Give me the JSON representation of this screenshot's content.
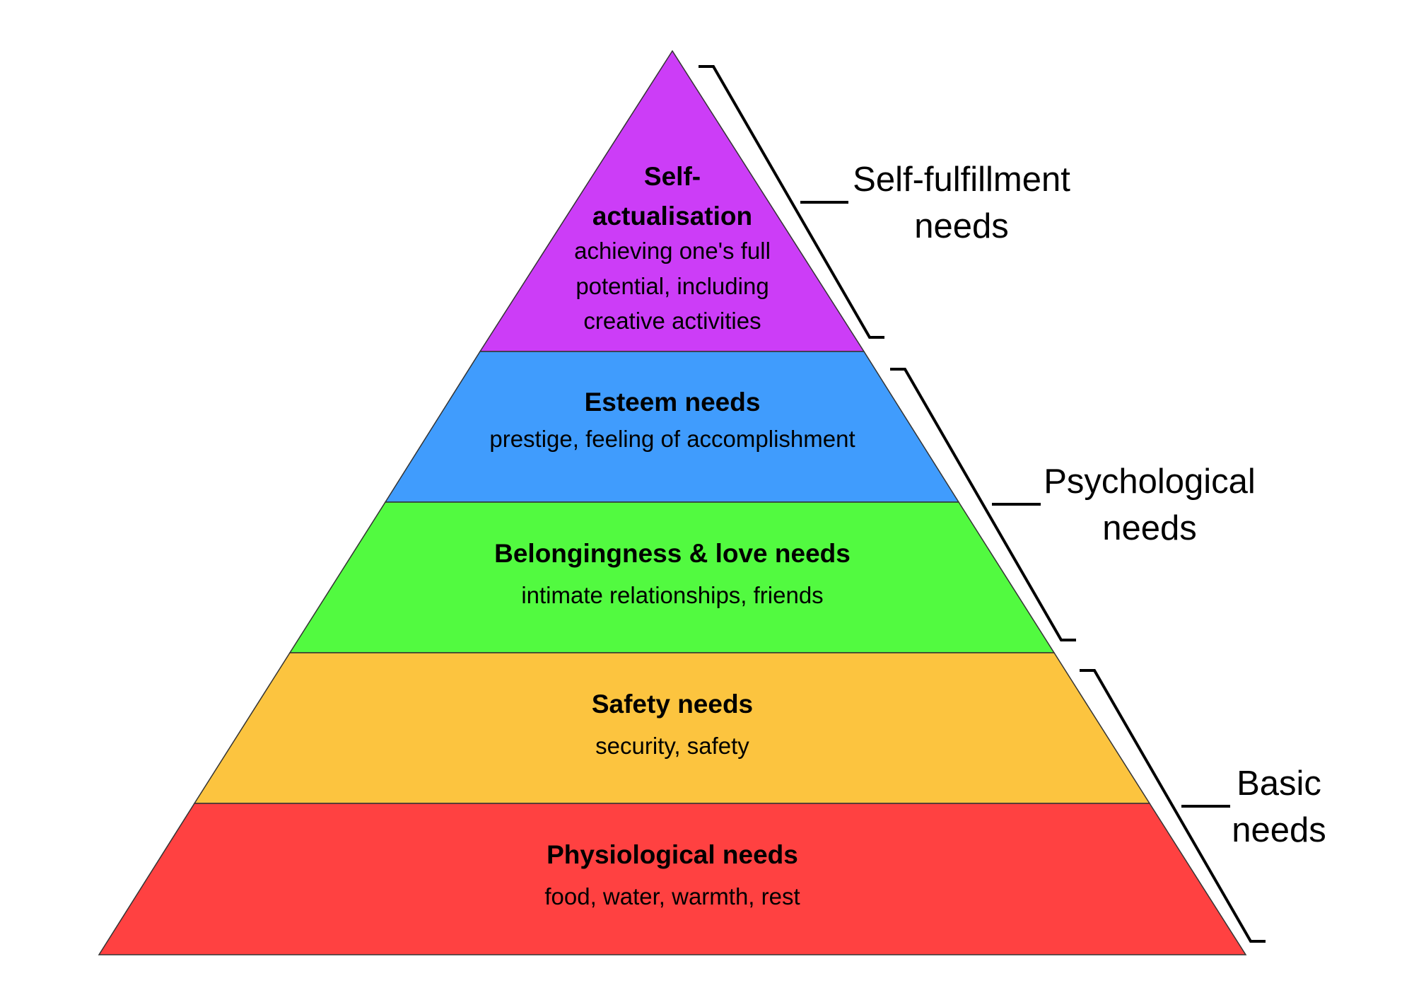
{
  "pyramid": {
    "tiers": [
      {
        "title_lines": [
          "Self-",
          "actualisation"
        ],
        "desc_lines": [
          "achieving one's full",
          "potential, including",
          "creative activities"
        ],
        "color": "#CC3DF7"
      },
      {
        "title_lines": [
          "Esteem needs"
        ],
        "desc_lines": [
          "prestige, feeling of accomplishment"
        ],
        "color": "#409CFD"
      },
      {
        "title_lines": [
          "Belongingness & love needs"
        ],
        "desc_lines": [
          "intimate relationships, friends"
        ],
        "color": "#52FA40"
      },
      {
        "title_lines": [
          "Safety needs"
        ],
        "desc_lines": [
          "security, safety"
        ],
        "color": "#FCC43F"
      },
      {
        "title_lines": [
          "Physiological needs"
        ],
        "desc_lines": [
          "food, water, warmth, rest"
        ],
        "color": "#FF4141"
      }
    ]
  },
  "groups": [
    {
      "label_lines": [
        "Self-fulfillment",
        "needs"
      ]
    },
    {
      "label_lines": [
        "Psychological",
        "needs"
      ]
    },
    {
      "label_lines": [
        "Basic",
        "needs"
      ]
    }
  ]
}
